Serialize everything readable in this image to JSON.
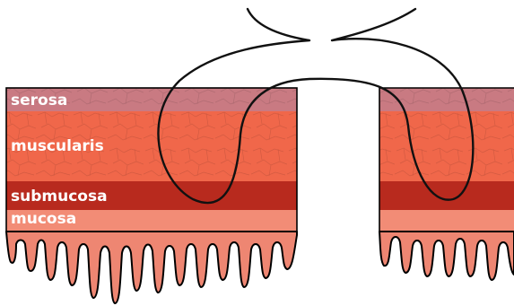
{
  "layers": {
    "serosa": "serosa",
    "muscularis": "muscularis",
    "submucosa": "submucosa",
    "mucosa": "mucosa"
  },
  "colors": {
    "serosa": "#c97a82",
    "muscularis": "#f0674a",
    "submucosa": "#b82a1e",
    "mucosa": "#f28c76",
    "villi": "#ee8672",
    "outline": "#000000",
    "suture": "#111111"
  }
}
